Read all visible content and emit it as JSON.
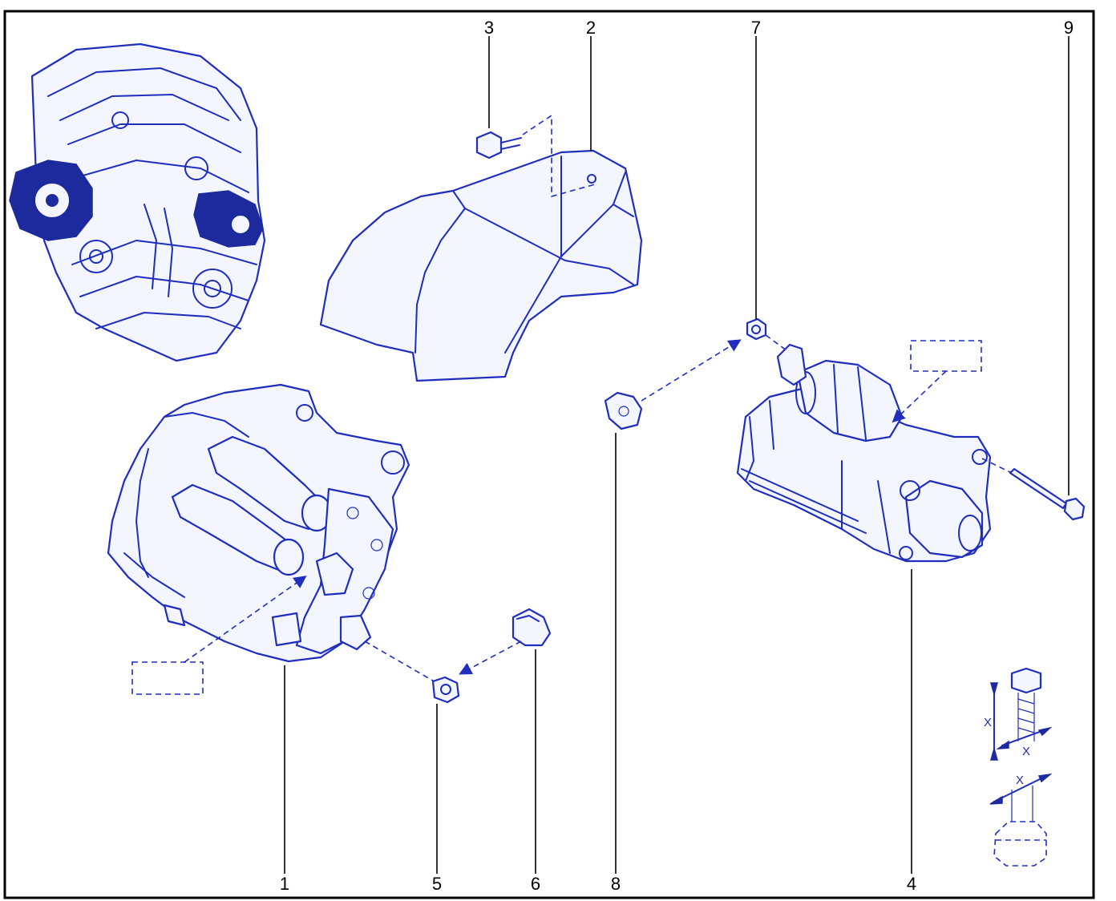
{
  "diagram": {
    "callouts": [
      "1",
      "2",
      "3",
      "4",
      "5",
      "6",
      "7",
      "8",
      "9"
    ],
    "torque_symbol": {
      "label": "X"
    }
  },
  "colors": {
    "line": "#1f2ebf",
    "dark": "#1c2a9e",
    "frame": "#000000"
  }
}
